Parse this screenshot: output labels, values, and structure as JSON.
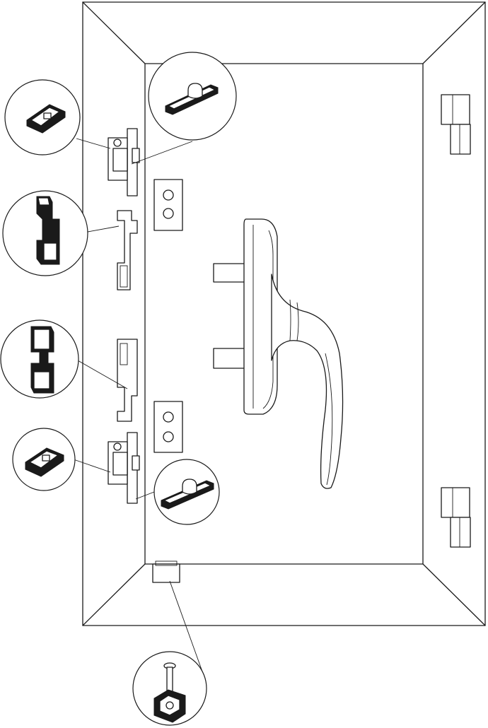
{
  "diagram": {
    "background": "#ffffff",
    "line_color": "#1a1a1a",
    "components": [
      {
        "id": "sash-frame",
        "label": ""
      },
      {
        "id": "window-handle",
        "label": ""
      },
      {
        "id": "keeper-plate",
        "label": ""
      },
      {
        "id": "locking-cam",
        "label": ""
      },
      {
        "id": "corner-drive",
        "label": ""
      },
      {
        "id": "hinge-block",
        "label": ""
      },
      {
        "id": "screw-clip",
        "label": ""
      }
    ]
  }
}
